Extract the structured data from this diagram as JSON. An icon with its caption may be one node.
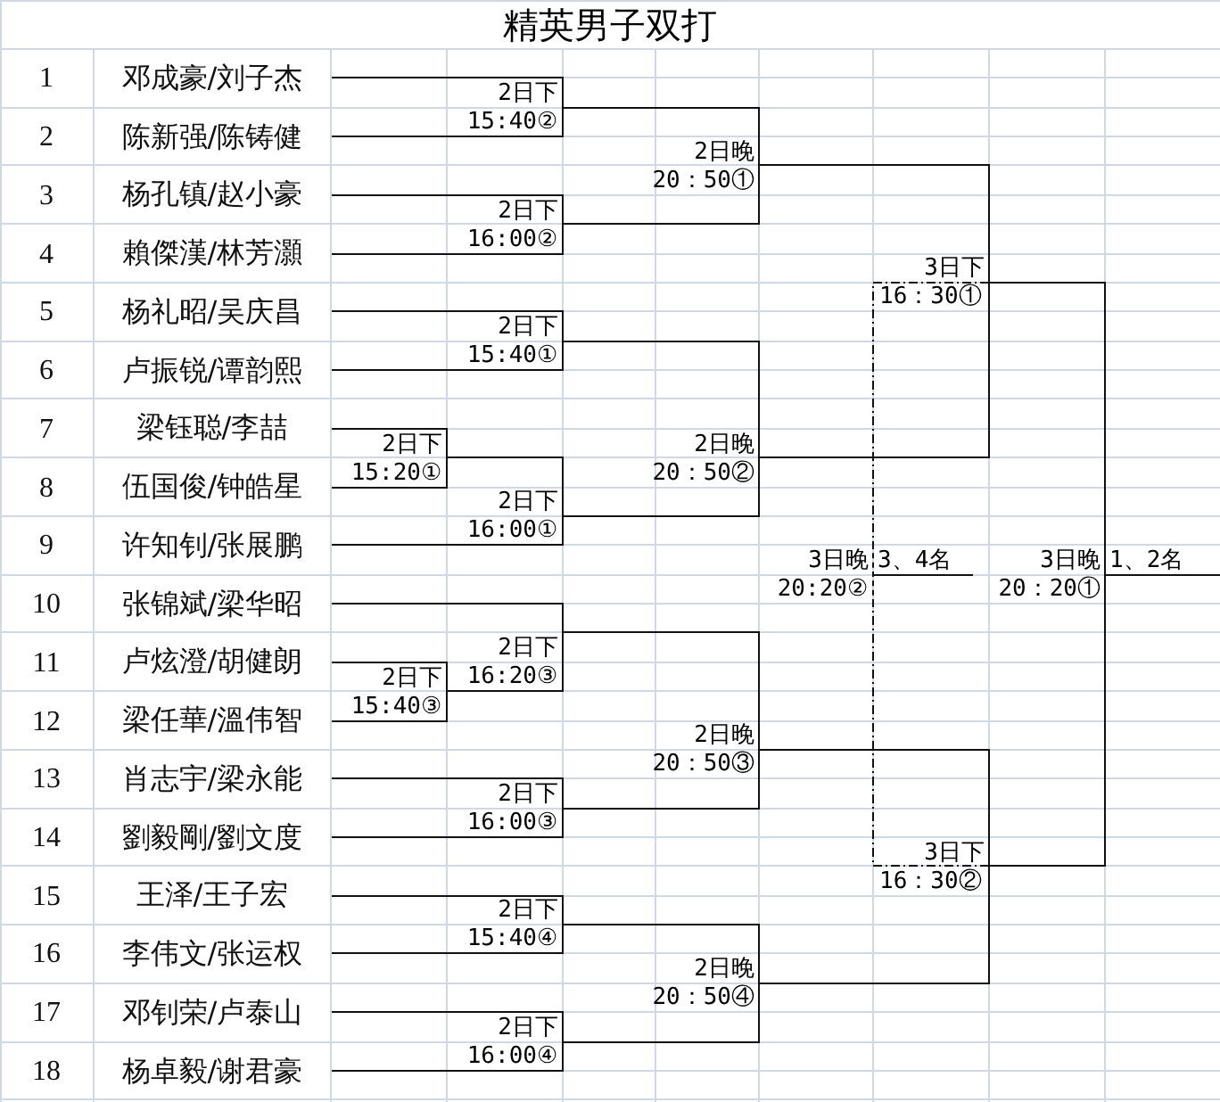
{
  "diagram": {
    "title": "精英男子双打",
    "nodes": [
      {
        "text": [
          "邓成豪/刘子杰"
        ],
        "beside": [
          "1"
        ]
      },
      {
        "text": [
          "陈新强/陈铸健"
        ],
        "beside": [
          "2"
        ]
      },
      {
        "text": [
          "杨孔镇/赵小豪"
        ],
        "beside": [
          "3"
        ]
      },
      {
        "text": [
          "賴傑漢/林芳灝"
        ],
        "beside": [
          "4"
        ]
      },
      {
        "text": [
          "杨礼昭/吴庆昌"
        ],
        "beside": [
          "5"
        ]
      },
      {
        "text": [
          "卢振锐/谭韵熙"
        ],
        "beside": [
          "6"
        ]
      },
      {
        "text": [
          "梁钰聪/李喆"
        ],
        "beside": [
          "7"
        ]
      },
      {
        "text": [
          "伍国俊/钟皓星"
        ],
        "beside": [
          "8"
        ]
      },
      {
        "text": [
          "许知钊/张展鹏"
        ],
        "beside": [
          "9"
        ]
      },
      {
        "text": [
          "张锦斌/梁华昭"
        ],
        "beside": [
          "10"
        ]
      },
      {
        "text": [
          "卢炫澄/胡健朗"
        ],
        "beside": [
          "11"
        ]
      },
      {
        "text": [
          "梁任華/溫伟智"
        ],
        "beside": [
          "12"
        ]
      },
      {
        "text": [
          "肖志宇/梁永能"
        ],
        "beside": [
          "13"
        ]
      },
      {
        "text": [
          "劉毅剛/劉文度"
        ],
        "beside": [
          "14"
        ]
      },
      {
        "text": [
          "王泽/王子宏"
        ],
        "beside": [
          "15"
        ]
      },
      {
        "text": [
          "李伟文/张运权"
        ],
        "beside": [
          "16"
        ]
      },
      {
        "text": [
          "邓钊荣/卢泰山"
        ],
        "beside": [
          "17"
        ]
      },
      {
        "text": [
          "杨卓毅/谢君豪"
        ],
        "beside": [
          "18"
        ]
      },
      {
        "text": [
          "2日下",
          "15:40②"
        ]
      },
      {
        "text": [
          "2日下",
          "16:00②"
        ]
      },
      {
        "text": [
          "2日下",
          "15:40①"
        ]
      },
      {
        "text": [
          "2日下",
          "15:20①"
        ]
      },
      {
        "text": [
          "2日下",
          "16:00①"
        ]
      },
      {
        "text": [
          "2日下",
          "16:20③"
        ]
      },
      {
        "text": [
          "2日下",
          "15:40③"
        ]
      },
      {
        "text": [
          "2日下",
          "16:00③"
        ]
      },
      {
        "text": [
          "2日下",
          "15:40④"
        ]
      },
      {
        "text": [
          "2日下",
          "16:00④"
        ]
      },
      {
        "text": [
          "2日晚",
          "20：50①"
        ]
      },
      {
        "text": [
          "2日晚",
          "20：50②"
        ]
      },
      {
        "text": [
          "2日晚",
          "20：50③"
        ]
      },
      {
        "text": [
          "2日晚",
          "20：50④"
        ]
      },
      {
        "text": [
          "3日下",
          "16：30①"
        ]
      },
      {
        "text": [
          "3日下",
          "16：30②"
        ]
      },
      {
        "text": [
          "3日晚",
          "20:20②"
        ],
        "beside": [
          "3、4名"
        ]
      },
      {
        "text": [
          "3日晚",
          "20：20①"
        ],
        "beside": [
          "1、2名"
        ]
      }
    ],
    "edges": [
      {
        "from": 0,
        "to": 18,
        "arrow": "none"
      },
      {
        "from": 1,
        "to": 18,
        "arrow": "none"
      },
      {
        "from": 2,
        "to": 19,
        "arrow": "none"
      },
      {
        "from": 3,
        "to": 19,
        "arrow": "none"
      },
      {
        "from": 4,
        "to": 20,
        "arrow": "none"
      },
      {
        "from": 5,
        "to": 20,
        "arrow": "none"
      },
      {
        "from": 6,
        "to": 21,
        "arrow": "none"
      },
      {
        "from": 7,
        "to": 21,
        "arrow": "none"
      },
      {
        "from": 21,
        "to": 22,
        "arrow": "none"
      },
      {
        "from": 8,
        "to": 22,
        "arrow": "none"
      },
      {
        "from": 9,
        "to": 23,
        "arrow": "none"
      },
      {
        "from": 10,
        "to": 24,
        "arrow": "none"
      },
      {
        "from": 11,
        "to": 24,
        "arrow": "none"
      },
      {
        "from": 24,
        "to": 23,
        "arrow": "none"
      },
      {
        "from": 12,
        "to": 25,
        "arrow": "none"
      },
      {
        "from": 13,
        "to": 25,
        "arrow": "none"
      },
      {
        "from": 14,
        "to": 26,
        "arrow": "none"
      },
      {
        "from": 15,
        "to": 26,
        "arrow": "none"
      },
      {
        "from": 16,
        "to": 27,
        "arrow": "none"
      },
      {
        "from": 17,
        "to": 27,
        "arrow": "none"
      },
      {
        "from": 18,
        "to": 28,
        "arrow": "none"
      },
      {
        "from": 19,
        "to": 28,
        "arrow": "none"
      },
      {
        "from": 20,
        "to": 29,
        "arrow": "none"
      },
      {
        "from": 22,
        "to": 29,
        "arrow": "none"
      },
      {
        "from": 23,
        "to": 30,
        "arrow": "none"
      },
      {
        "from": 25,
        "to": 30,
        "arrow": "none"
      },
      {
        "from": 26,
        "to": 31,
        "arrow": "none"
      },
      {
        "from": 27,
        "to": 31,
        "arrow": "none"
      },
      {
        "from": 28,
        "to": 32,
        "arrow": "none"
      },
      {
        "from": 29,
        "to": 32,
        "arrow": "none"
      },
      {
        "from": 30,
        "to": 33,
        "arrow": "none"
      },
      {
        "from": 31,
        "to": 33,
        "arrow": "none"
      },
      {
        "from": 32,
        "to": 35,
        "arrow": "none"
      },
      {
        "from": 33,
        "to": 35,
        "arrow": "none"
      },
      {
        "from": 32,
        "to": 34,
        "arrow": "none",
        "style": "dashed"
      },
      {
        "from": 33,
        "to": 34,
        "arrow": "none",
        "style": "dashed"
      },
      {
        "from": 34,
        "to": null,
        "arrow": "none"
      },
      {
        "from": 35,
        "to": null,
        "arrow": "none"
      }
    ]
  }
}
